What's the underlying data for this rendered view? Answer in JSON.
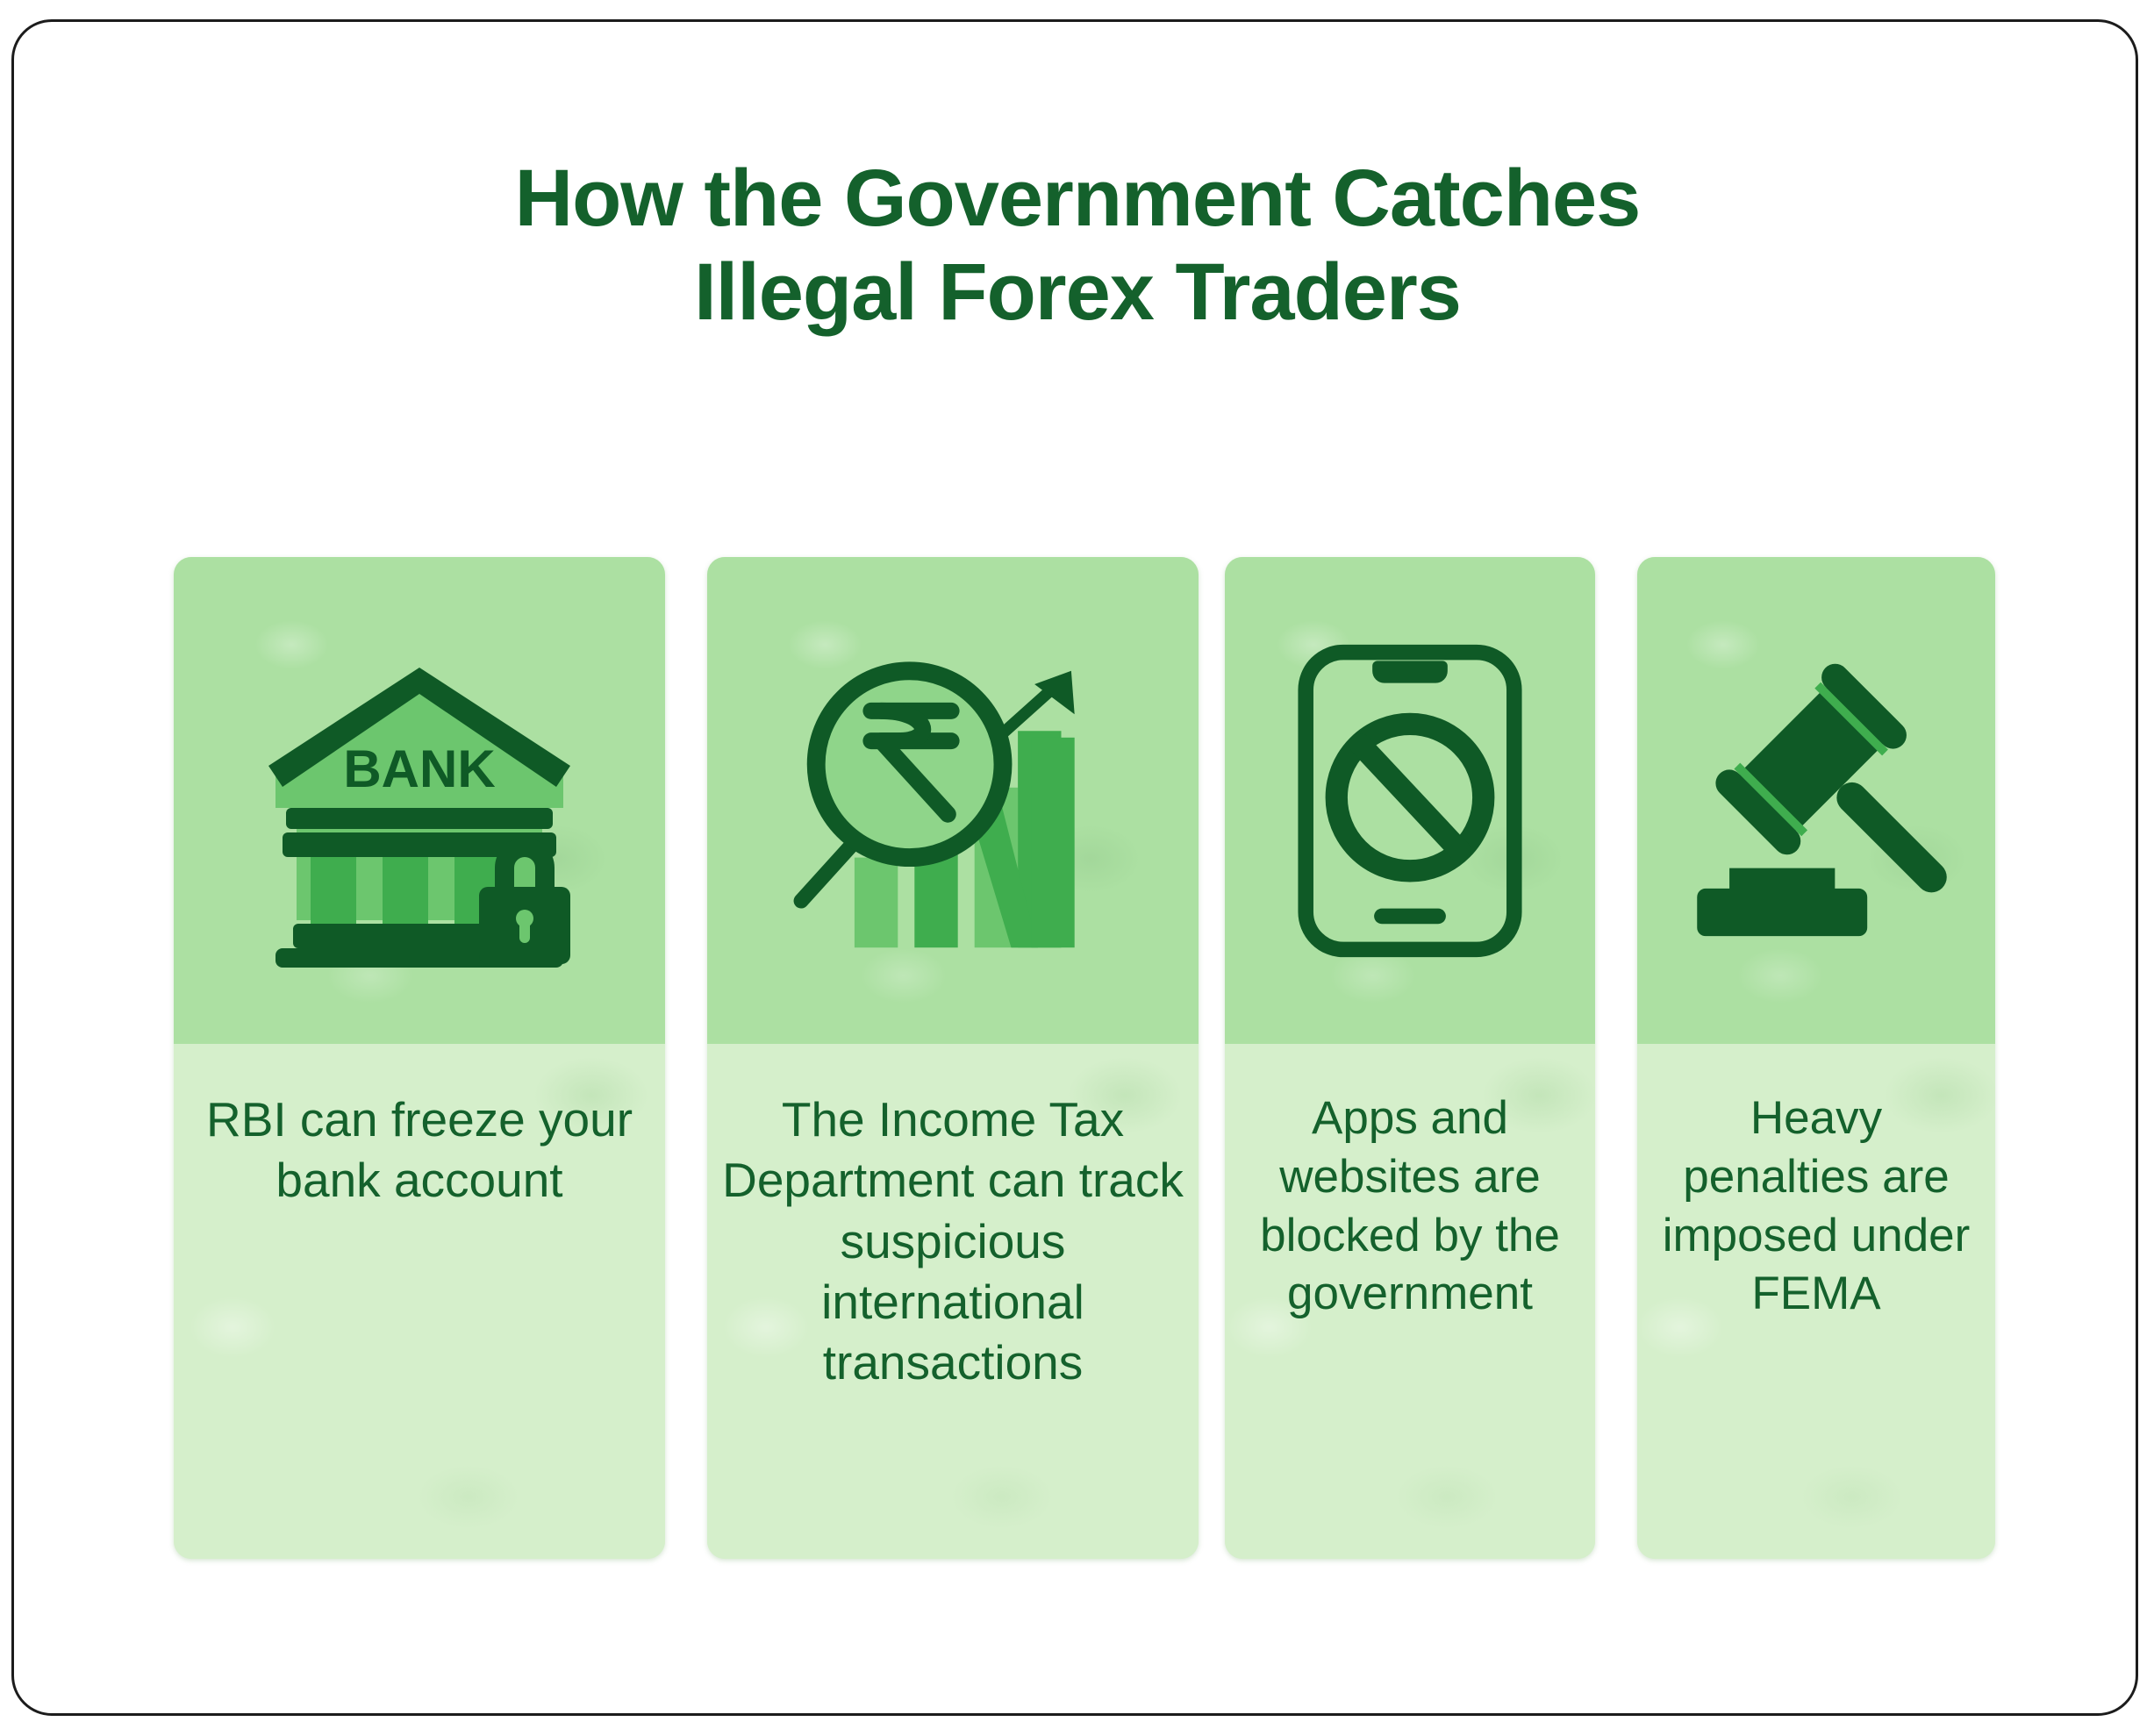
{
  "page": {
    "background_color": "#ffffff",
    "frame_border_color": "#1c1c1c"
  },
  "title": {
    "line1": "How the Government Catches",
    "line2": "Illegal Forex Traders",
    "color": "#14612c"
  },
  "palette": {
    "card_top_green": "#ace0a2",
    "card_bottom_green": "#d5efcb",
    "icon_dark_green": "#0f5a26",
    "icon_mid_green": "#3fad4e",
    "icon_light_green": "#6cc66e",
    "text_green": "#14612c"
  },
  "cards": [
    {
      "icon_name": "bank-lock-icon",
      "icon_label": "BANK",
      "text": "RBI can freeze your bank account"
    },
    {
      "icon_name": "rupee-magnifier-chart-icon",
      "icon_label": "₹",
      "text": "The Income Tax Department can track suspicious international transactions"
    },
    {
      "icon_name": "phone-blocked-icon",
      "icon_label": "",
      "text": "Apps and websites are blocked by the government"
    },
    {
      "icon_name": "gavel-icon",
      "icon_label": "",
      "text": "Heavy penalties are imposed under FEMA"
    }
  ]
}
